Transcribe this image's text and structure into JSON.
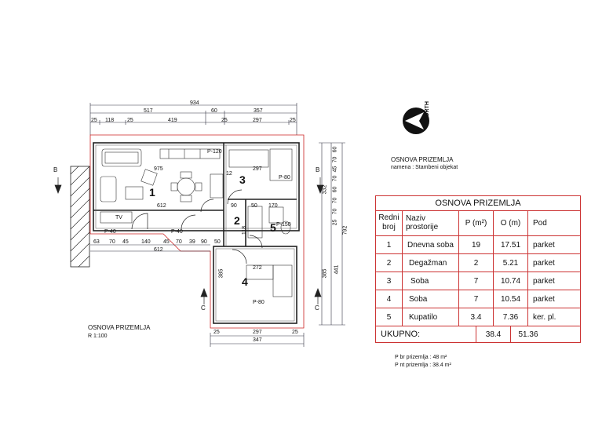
{
  "north": {
    "label": "NORTH"
  },
  "heading": {
    "title": "OSNOVA PRIZEMLJA",
    "namena": "namena : Stambeni objekat"
  },
  "plan_caption": {
    "title": "OSNOVA PRIZEMLJA",
    "scale": "R 1:100"
  },
  "rooms": {
    "r1": "1",
    "r2": "2",
    "r3": "3",
    "r4": "4",
    "r5": "5"
  },
  "openings": {
    "p120": "P-120",
    "p80a": "P-80",
    "p80b": "P-80",
    "p40a": "P-40",
    "p40b": "P-40",
    "p150": "P-150",
    "tv": "TV"
  },
  "sections": {
    "b": "B",
    "c": "C"
  },
  "dims_top": {
    "total": "934",
    "a": "517",
    "b": "60",
    "c": "357",
    "t1": "25",
    "t2": "118",
    "t3": "25",
    "t4": "419",
    "t5": "25",
    "t6": "297",
    "t7": "25"
  },
  "dims_bottom": {
    "b1": "63",
    "b2": "70",
    "b3": "45",
    "b4": "140",
    "b5": "45",
    "b6": "70",
    "b7": "39",
    "b8": "90",
    "b9": "50",
    "sum": "612",
    "w1": "25",
    "w2": "297",
    "w3": "25",
    "w4": "347"
  },
  "dims_inner": {
    "d975": "975",
    "d612": "612",
    "d90": "90",
    "d50": "50",
    "d170": "170",
    "d297": "297",
    "d272": "272",
    "d118": "118",
    "d12": "12",
    "d385": "385"
  },
  "dims_right": {
    "r1": "60",
    "r2": "70",
    "r3": "45",
    "r4": "70",
    "r5": "60",
    "r6": "70",
    "r7": "70",
    "r8": "25",
    "r9": "332",
    "r10": "792",
    "r11": "441",
    "r12": "385"
  },
  "table": {
    "title": "OSNOVA PRIZEMLJA",
    "headers": [
      "Redni broj",
      "Naziv prostorije",
      "P (m²)",
      "O (m)",
      "Pod"
    ],
    "rows": [
      {
        "no": "1",
        "name": "Dnevna soba",
        "p": "19",
        "o": "17.51",
        "pod": "parket"
      },
      {
        "no": "2",
        "name": "Degažman",
        "p": "2",
        "o": "5.21",
        "pod": "parket"
      },
      {
        "no": "3",
        "name": "Soba",
        "p": "7",
        "o": "10.74",
        "pod": "parket"
      },
      {
        "no": "4",
        "name": "Soba",
        "p": "7",
        "o": "10.54",
        "pod": "parket"
      },
      {
        "no": "5",
        "name": "Kupatilo",
        "p": "3.4",
        "o": "7.36",
        "pod": "ker. pl."
      }
    ],
    "total_label": "UKUPNO:",
    "total_p": "38.4",
    "total_o": "51.36"
  },
  "areas": {
    "pbr": "P br prizemlja : 48 m²",
    "pnt": "P nt prizemlja : 38.4 m²"
  },
  "colors": {
    "outline": "#cc2222",
    "line": "#222222",
    "dim": "#3333aa"
  }
}
